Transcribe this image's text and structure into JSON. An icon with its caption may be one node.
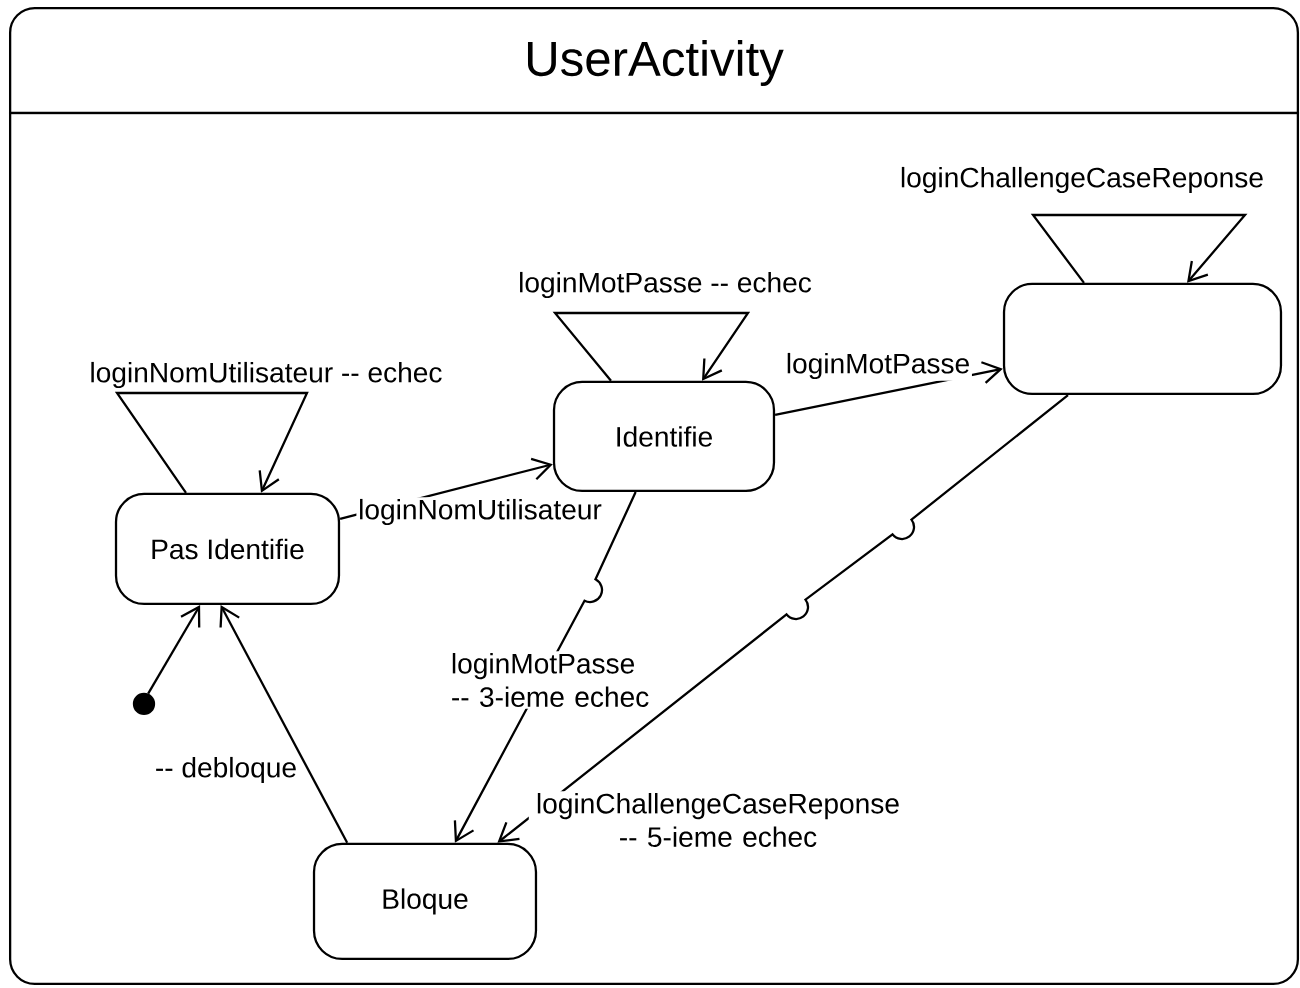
{
  "diagram": {
    "nodes": [
      {
        "text": [
          "UserActivity"
        ]
      },
      {
        "text": [
          "Pas Identifie"
        ],
        "in": 0
      },
      {
        "text": [
          "Identifie"
        ],
        "in": 0
      },
      {
        "text": [],
        "shape": "box",
        "in": 0
      },
      {
        "text": [
          "Bloque"
        ],
        "in": 0
      },
      {
        "text": [],
        "shape": "circle",
        "in": 0
      }
    ],
    "edges": [
      {
        "from": 5,
        "to": 1,
        "arrow": "to"
      },
      {
        "from": 1,
        "to": 1,
        "arrow": "to",
        "label": "loginNomUtilisateur -- echec"
      },
      {
        "from": 1,
        "to": 2,
        "arrow": "to",
        "label": "loginNomUtilisateur"
      },
      {
        "from": 2,
        "to": 2,
        "arrow": "to",
        "label": "loginMotPasse -- echec"
      },
      {
        "from": 2,
        "to": 3,
        "arrow": "to",
        "label": "loginMotPasse"
      },
      {
        "from": 3,
        "to": 3,
        "arrow": "to",
        "label": "loginChallengeCaseReponse"
      },
      {
        "from": 2,
        "to": 4,
        "arrow": "to",
        "label": "loginMotPasse -- 3-ieme echec"
      },
      {
        "from": 3,
        "to": 4,
        "arrow": "to",
        "label": "loginChallengeCaseReponse -- 5-ieme echec"
      },
      {
        "from": 4,
        "to": 1,
        "arrow": "to",
        "label": "-- debloque"
      }
    ]
  }
}
